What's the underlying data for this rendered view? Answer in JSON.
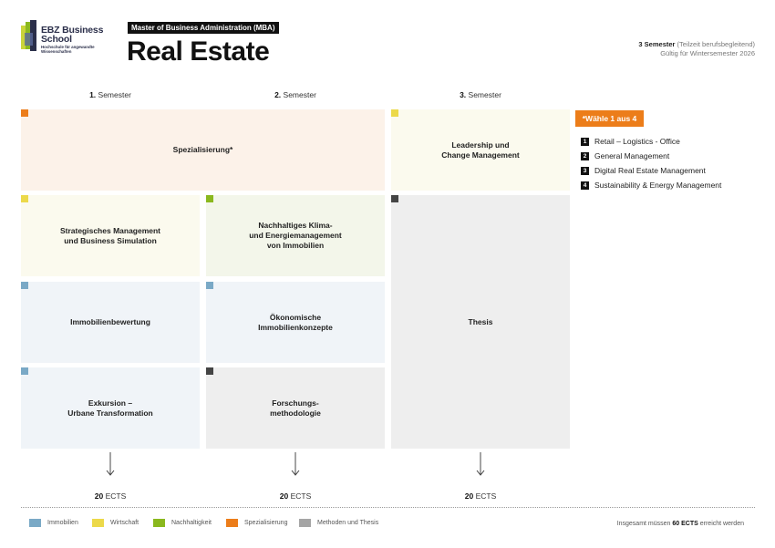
{
  "header": {
    "school_name_line1": "EBZ Business",
    "school_name_line2": "School",
    "school_tagline": "Hochschule für angewandte Wissenschaften",
    "program_badge": "Master of  Business Administration (MBA)",
    "title": "Real Estate",
    "semesters_bold": "3 Semester",
    "semesters_note": " (Teilzeit berufsbegleitend)",
    "valid_for": "Gültig für Wintersemester 2026"
  },
  "semesters": [
    {
      "num": "1.",
      "label": " Semester",
      "ects_value": "20",
      "ects_unit": " ECTS"
    },
    {
      "num": "2.",
      "label": " Semester",
      "ects_value": "20",
      "ects_unit": " ECTS"
    },
    {
      "num": "3.",
      "label": " Semester",
      "ects_value": "20",
      "ects_unit": " ECTS"
    }
  ],
  "modules": {
    "spezialisierung": {
      "label": "Spezialisierung*",
      "category": "Spezialisierung"
    },
    "leadership": {
      "label": "Leadership und\nChange Management",
      "category": "Wirtschaft"
    },
    "strategisches": {
      "label": "Strategisches Management\nund Business Simulation",
      "category": "Wirtschaft"
    },
    "nachhaltiges": {
      "label": "Nachhaltiges Klima-\nund Energiemanagement\nvon Immobilien",
      "category": "Nachhaltigkeit"
    },
    "thesis": {
      "label": "Thesis",
      "category": "Methoden und Thesis"
    },
    "bewertung": {
      "label": "Immobilienbewertung",
      "category": "Immobilien"
    },
    "oekonomische": {
      "label": "Ökonomische\nImmobilienkonzepte",
      "category": "Immobilien"
    },
    "exkursion": {
      "label": "Exkursion –\nUrbane Transformation",
      "category": "Immobilien"
    },
    "forschung": {
      "label": "Forschungs-\nmethodologie",
      "category": "Methoden und Thesis"
    }
  },
  "electives": {
    "heading": "*Wähle 1 aus 4",
    "options": [
      {
        "num": "1",
        "label": "Retail – Logistics - Office"
      },
      {
        "num": "2",
        "label": "General Management"
      },
      {
        "num": "3",
        "label": "Digital Real Estate Management"
      },
      {
        "num": "4",
        "label": "Sustainability & Energy Management"
      }
    ]
  },
  "legend": [
    {
      "label": "Immobilien",
      "color": "#7aa9c6"
    },
    {
      "label": "Wirtschaft",
      "color": "#ecd94a"
    },
    {
      "label": "Nachhaltigkeit",
      "color": "#8ab81e"
    },
    {
      "label": "Spezialisierung",
      "color": "#ec7d1a"
    },
    {
      "label": "Methoden und Thesis",
      "color": "#a5a5a5"
    }
  ],
  "footer": {
    "total_prefix": "Insgesamt müssen ",
    "total_bold": "60 ECTS",
    "total_suffix": " erreicht werden"
  },
  "colors": {
    "immobilien_bg": "#f0f4f8",
    "wirtschaft_bg": "#fbfaee",
    "nachhaltigkeit_bg": "#f3f6ea",
    "spezialisierung_bg": "#fcf2e9",
    "methoden_bg": "#eeeeee",
    "methoden_corner": "#444444",
    "accent": "#ec7d1a"
  }
}
